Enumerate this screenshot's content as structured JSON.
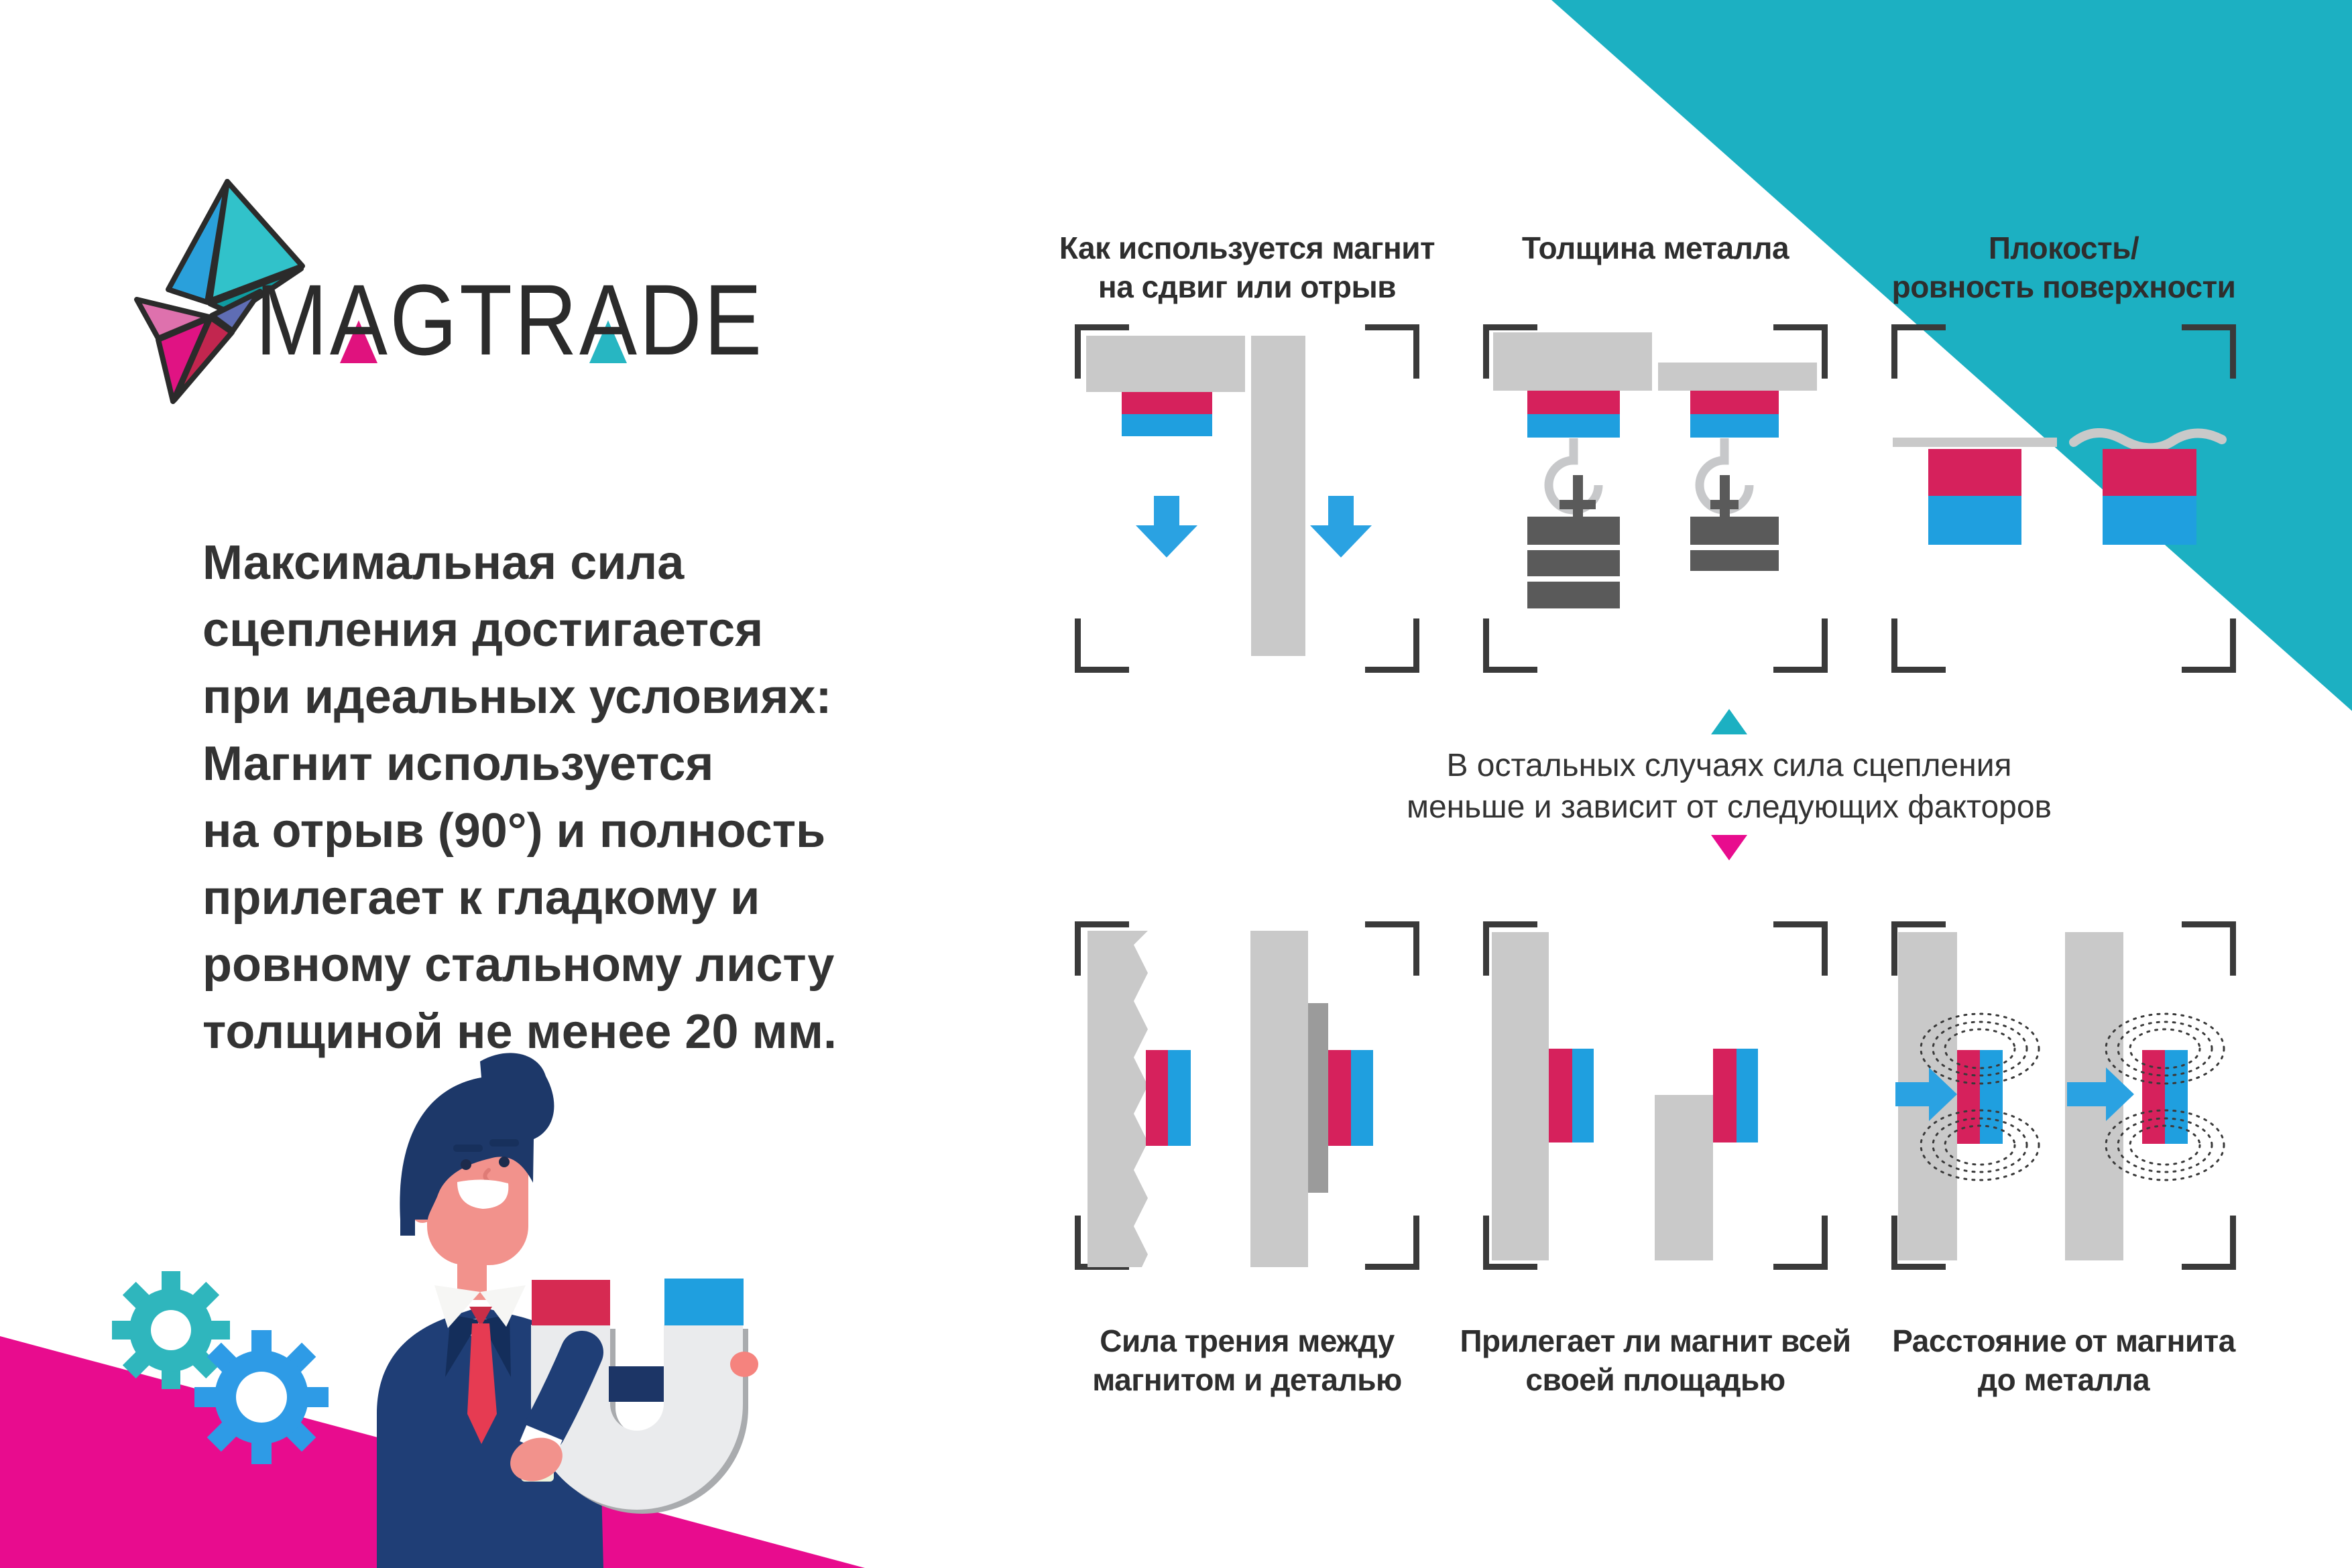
{
  "logo": {
    "brand": "MAGTRADE"
  },
  "intro_text": "Максимальная сила\nсцепления достигается\nпри идеальных условиях:\nМагнит используется\nна отрыв (90°) и полность\nприлегает к гладкому и\nровному стальному листу\nтолщиной не менее 20 мм.",
  "top_factors": {
    "items": [
      {
        "title": "Как используется магнит\nна сдвиг или отрыв"
      },
      {
        "title": "Толщина металла"
      },
      {
        "title": "Плокость/\nровность поверхности"
      }
    ]
  },
  "middle_note": "В остальных случаях сила сцепления\nменьше и зависит от следующих факторов",
  "bottom_factors": {
    "items": [
      {
        "title": "Сила трения между\nмагнитом и деталью"
      },
      {
        "title": "Прилегает ли магнит всей\nсвоей площадью"
      },
      {
        "title": "Расстояние от магнита\nдо металла"
      }
    ]
  },
  "colors": {
    "teal_accent": "#1CB0C2",
    "magenta_accent": "#E80C8E",
    "magnet_pink": "#D6215C",
    "magnet_blue": "#1F9FDF",
    "arrow_blue": "#2AA2E2",
    "metal_gray_light": "#C9C9C9",
    "metal_gray_mid": "#9B9B9B",
    "weight_gray_dark": "#5A5A5A",
    "hook_gray": "#C7C8CA",
    "bracket_gray": "#3A3A3A",
    "text_color": "#333333",
    "suit_navy": "#1F3E76",
    "hair_navy": "#1D3869",
    "skin": "#F2928C",
    "tie_red": "#E63B52"
  }
}
